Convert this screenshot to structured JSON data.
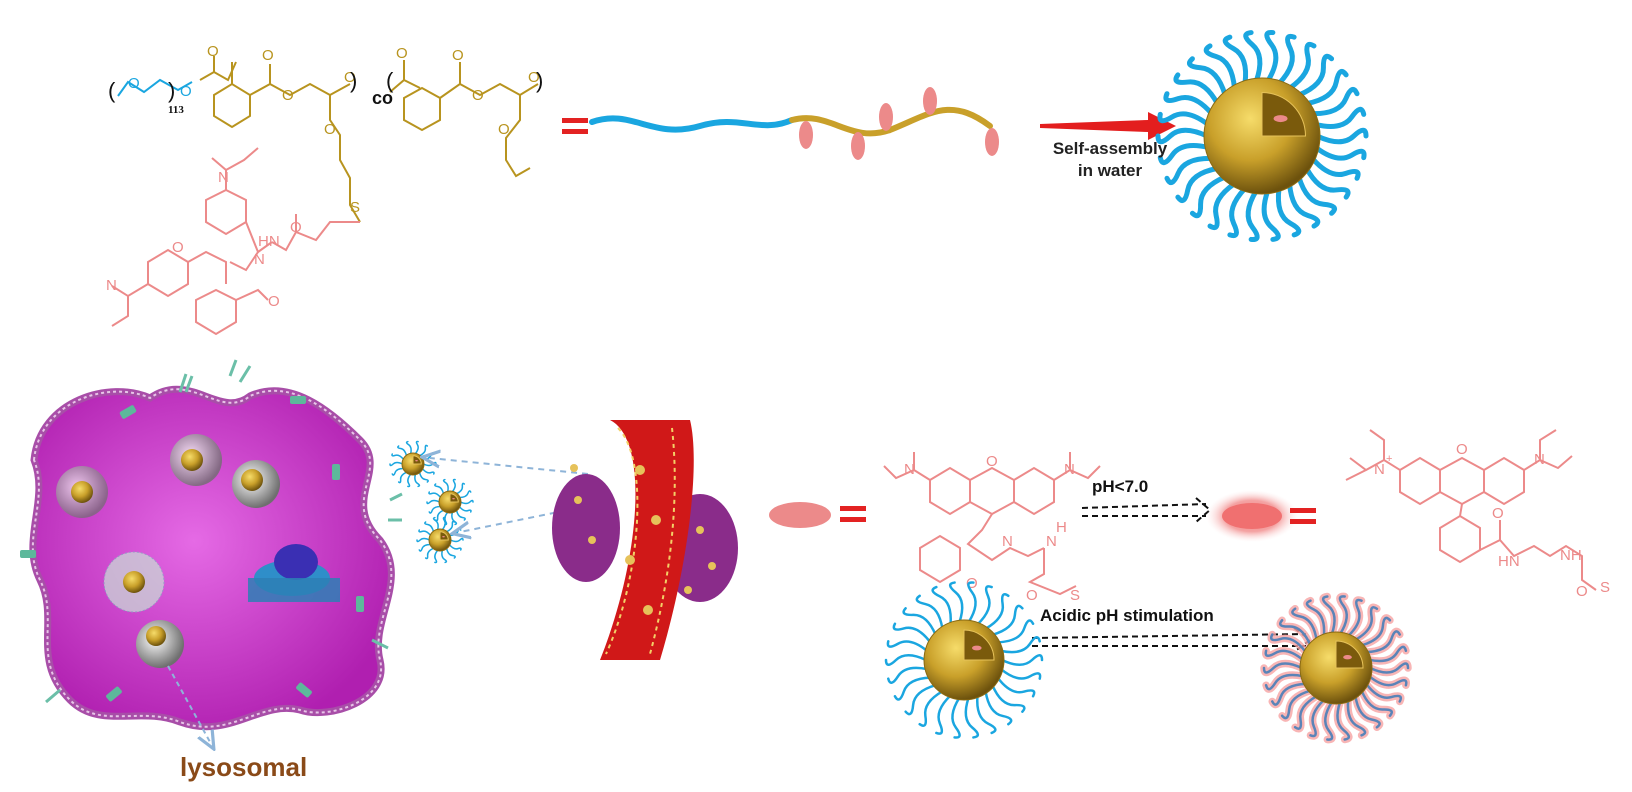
{
  "labels": {
    "assembly_line1": "Self-assembly",
    "assembly_line2": "in water",
    "ph_condition": "pH<7.0",
    "acid_stimulation": "Acidic pH stimulation",
    "lysosomal": "lysosomal",
    "peg_repeat": "113",
    "co": "co"
  },
  "colors": {
    "peg_blue": "#1aa6e0",
    "polyester_gold": "#b8941f",
    "rhodamine_pink": "#ec8a8a",
    "arrow_red": "#e31e1e",
    "cell_magenta": "#d636d6",
    "vessel_red": "#d01818"
  }
}
